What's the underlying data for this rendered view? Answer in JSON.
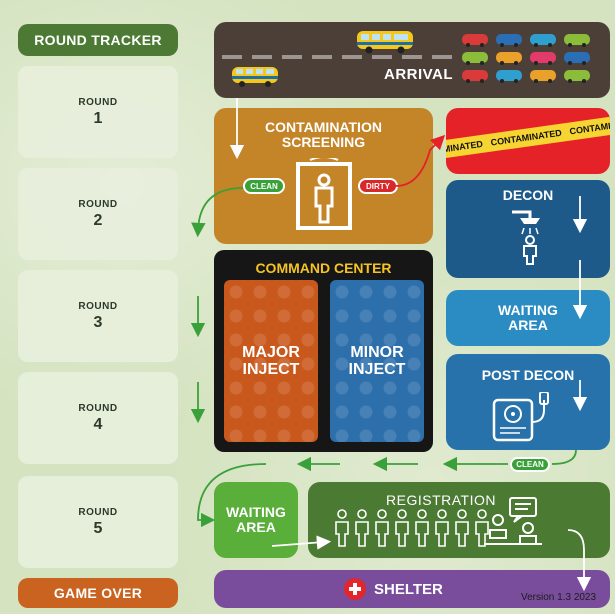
{
  "tracker": {
    "title": "ROUND TRACKER",
    "round_label": "ROUND",
    "rounds": [
      "1",
      "2",
      "3",
      "4",
      "5"
    ],
    "game_over": "GAME OVER"
  },
  "arrival": {
    "label": "ARRIVAL"
  },
  "screening": {
    "title_line1": "CONTAMINATION",
    "title_line2": "SCREENING",
    "clean": "CLEAN",
    "dirty": "DIRTY"
  },
  "tape": {
    "text1": "MINATED",
    "text2": "CONTAMINATED",
    "text3": "CONTAMIN"
  },
  "decon": {
    "label": "DECON"
  },
  "waiting1": {
    "line1": "WAITING",
    "line2": "AREA"
  },
  "postdecon": {
    "label": "POST DECON",
    "clean": "CLEAN"
  },
  "command": {
    "title": "COMMAND CENTER",
    "major_line1": "MAJOR",
    "major_line2": "INJECT",
    "minor_line1": "MINOR",
    "minor_line2": "INJECT"
  },
  "waiting2": {
    "line1": "WAITING",
    "line2": "AREA"
  },
  "registration": {
    "label": "REGISTRATION"
  },
  "shelter": {
    "label": "SHELTER"
  },
  "version": "Version 1.3 2023",
  "colors": {
    "green_dark": "#4c7a35",
    "orange": "#c9631f",
    "road": "#4b3f37",
    "screening": "#c48428",
    "tape_red": "#e52228",
    "tape_yellow": "#f6d431",
    "decon_blue": "#1d5a8a",
    "waiting_blue": "#2a8cc2",
    "postdecon_blue": "#2772ab",
    "command_black": "#161616",
    "major": "#c9581d",
    "minor": "#2d6fab",
    "waiting_green": "#5aae3a",
    "registration": "#4b7a33",
    "shelter": "#7a4d9c",
    "clean_pill": "#3aa13a",
    "dirty_pill": "#d7282a"
  }
}
